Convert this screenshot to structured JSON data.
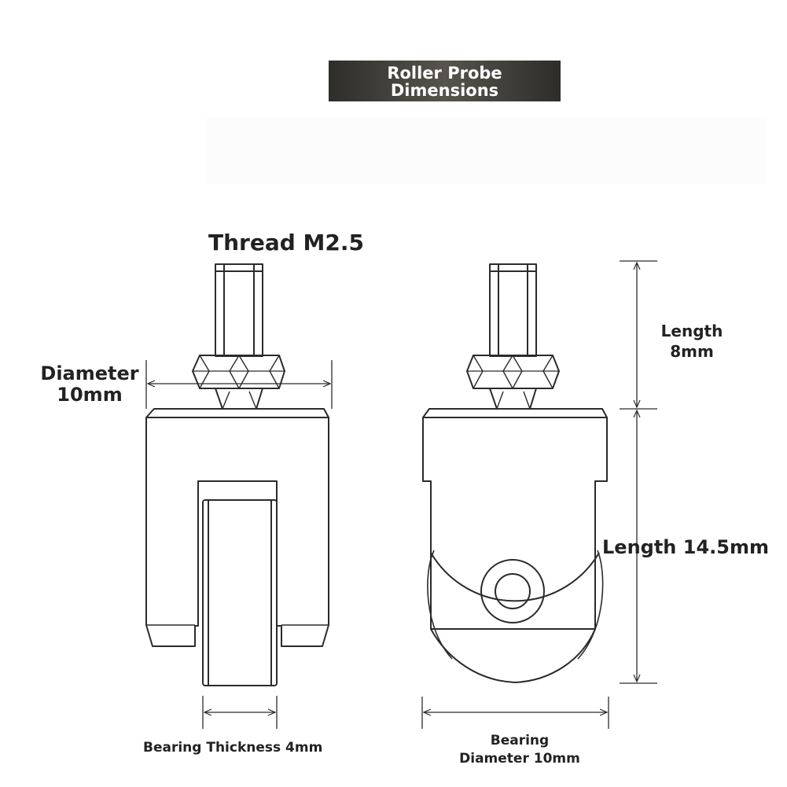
{
  "title": {
    "line1": "Roller Probe",
    "line2": "Dimensions"
  },
  "labels": {
    "thread": "Thread M2.5",
    "diameter_line1": "Diameter",
    "diameter_line2": "10mm",
    "length_short_line1": "Length",
    "length_short_line2": "8mm",
    "length_long": "Length 14.5mm",
    "bearing_thickness": "Bearing Thickness 4mm",
    "bearing_diameter_line1": "Bearing",
    "bearing_diameter_line2": "Diameter 10mm"
  },
  "colors": {
    "stroke": "#2b2b2b",
    "banner": "#3e3d37",
    "text": "#222222"
  }
}
